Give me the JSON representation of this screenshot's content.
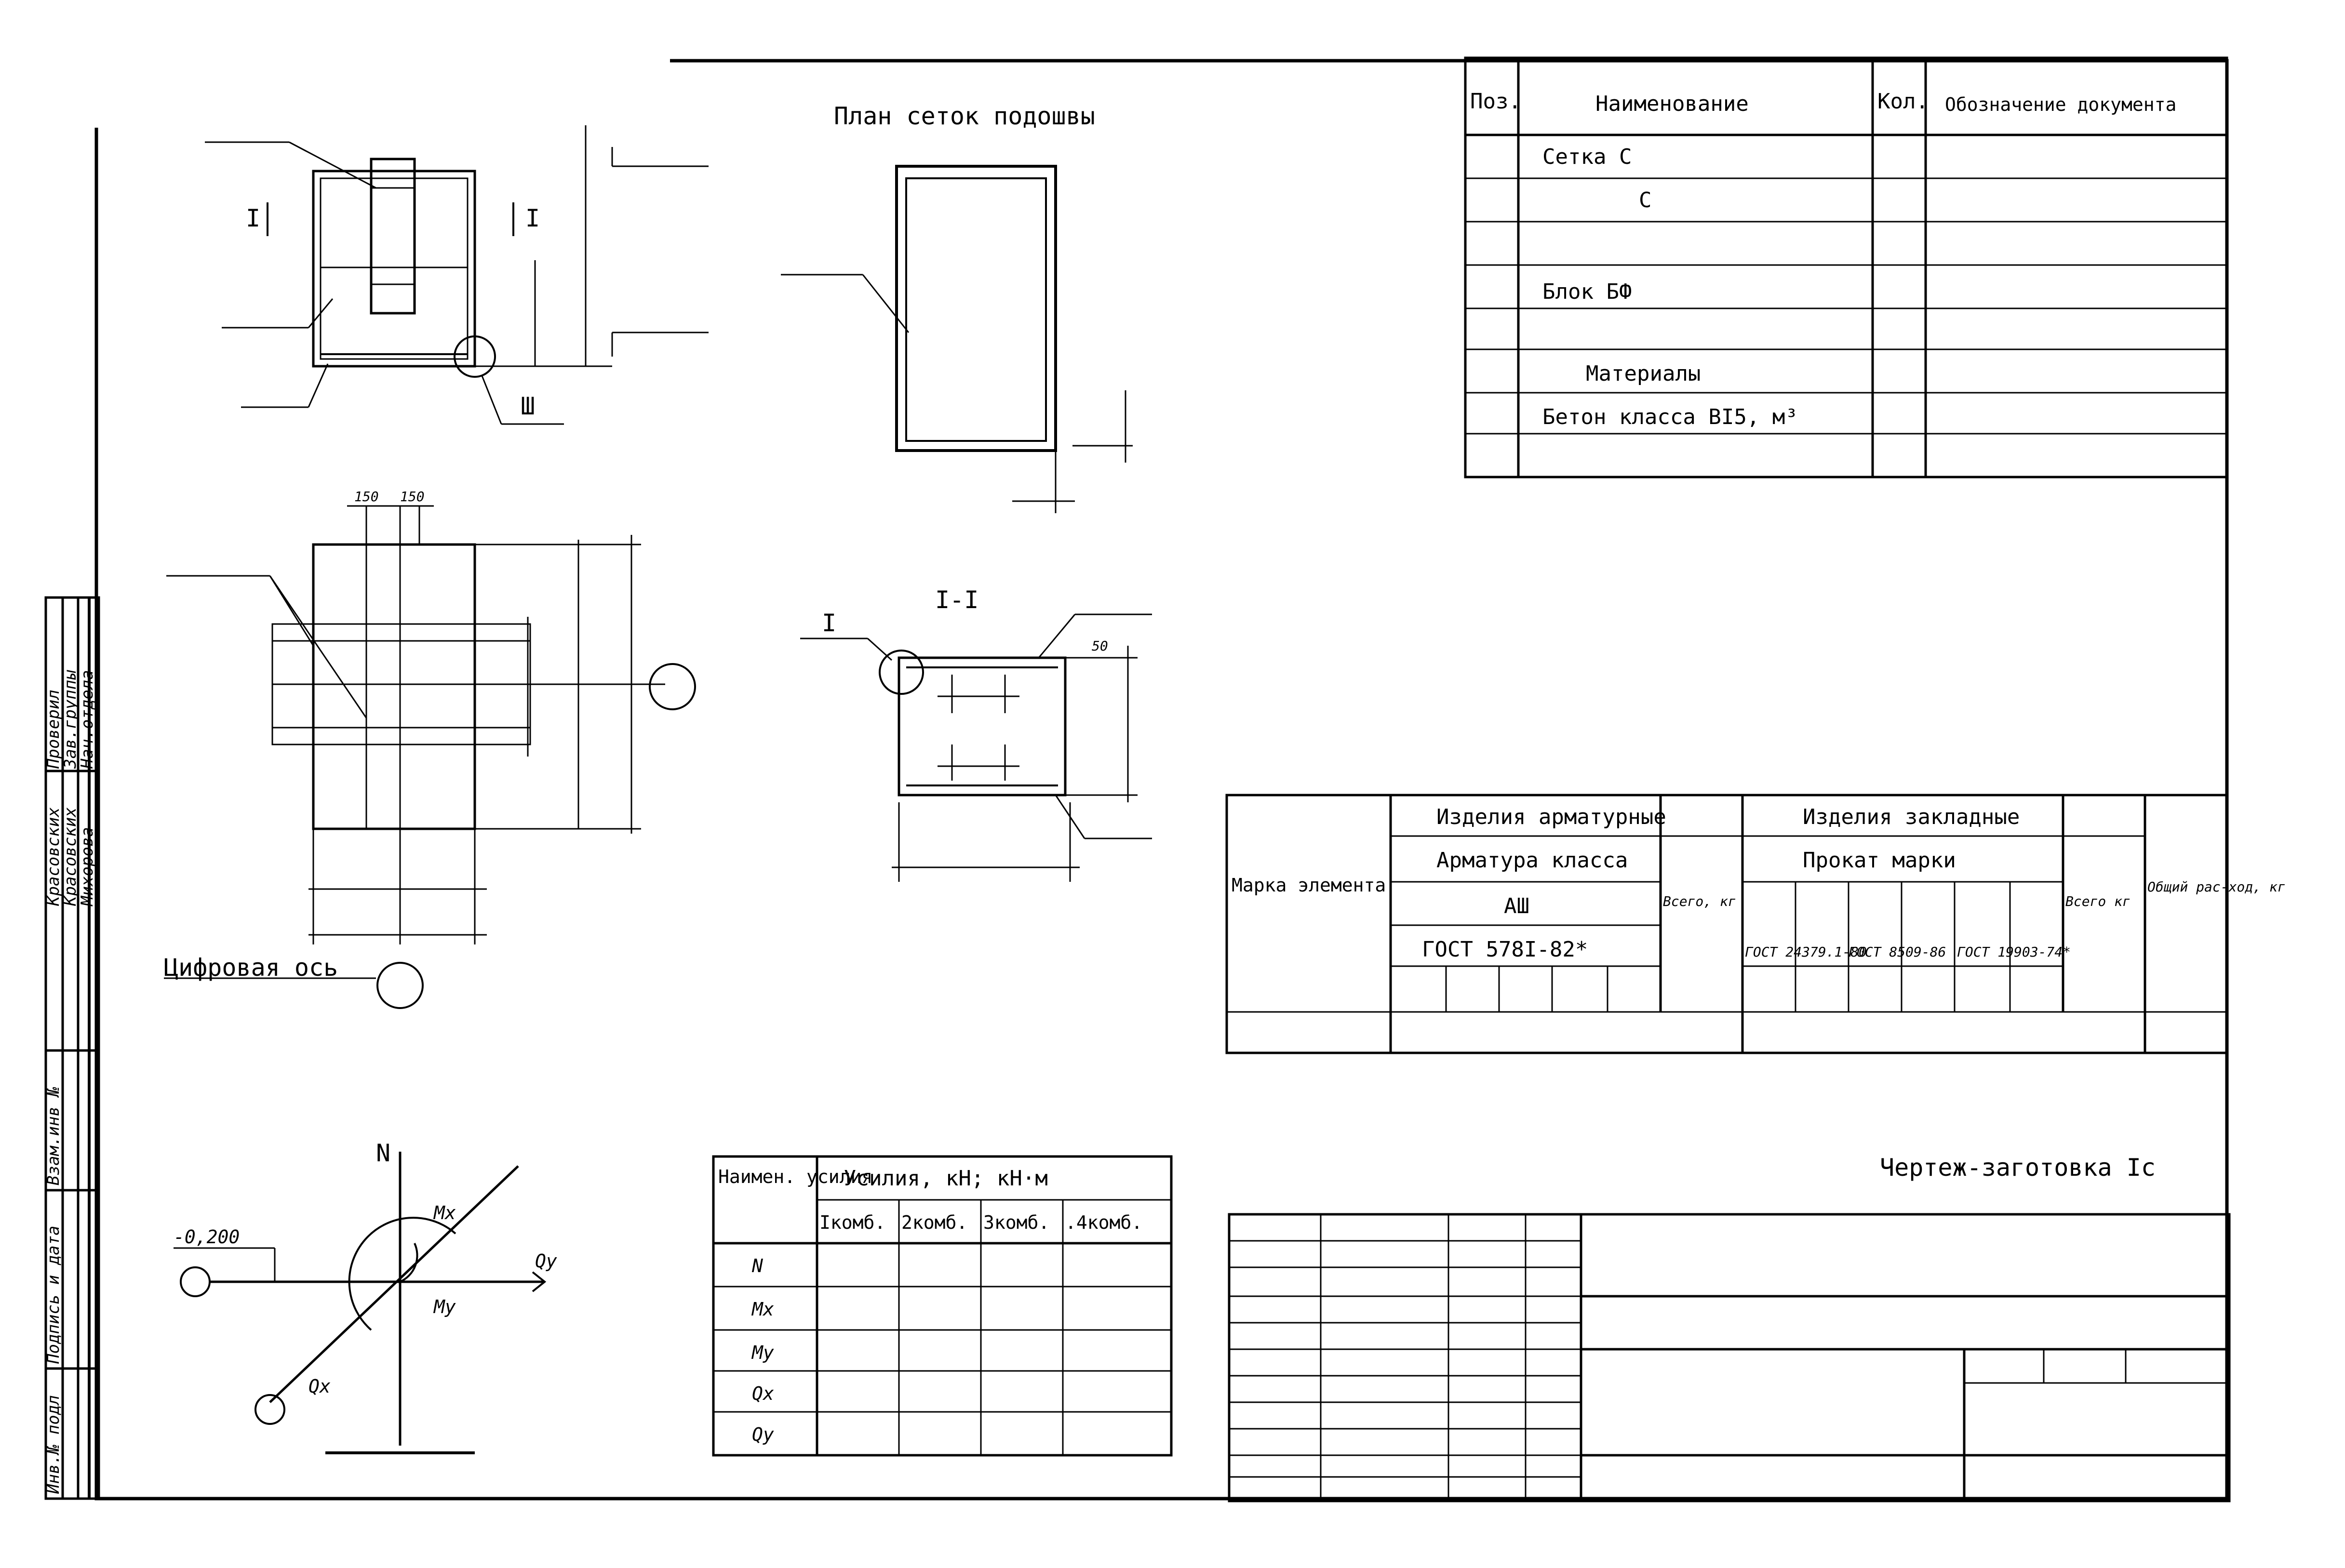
{
  "drawing_title": "Чертеж-заготовка Iс",
  "plan_title": "План сеток подошвы",
  "section_title": "I-I",
  "axis_caption": "Цифровая ось",
  "elevation_label": "-0,200",
  "marks": {
    "section_left": "I",
    "section_right": "I",
    "node3": "Ш",
    "section_detail": "I",
    "dim_150a": "150",
    "dim_150b": "150",
    "dim_50": "50"
  },
  "force_labels": {
    "N": "N",
    "Mx": "Mx",
    "My": "My",
    "Qx": "Qx",
    "Qy": "Qy"
  },
  "spec_table": {
    "headers": {
      "pos": "Поз.",
      "name": "Наименование",
      "qty": "Кол.",
      "doc": "Обозначение документа"
    },
    "rows": [
      "Сетка  С",
      "С",
      "",
      "Блок  БФ",
      "",
      "Материалы",
      "Бетон класса BI5, м³",
      ""
    ]
  },
  "steel_table": {
    "element_mark": "Марка элемента",
    "rebar_products": "Изделия арматурные",
    "embedded_products": "Изделия закладные",
    "rebar_class": "Арматура класса",
    "rolled_grade": "Прокат марки",
    "class_a3": "AШ",
    "gost_rebar": "ГОСТ 578I-82*",
    "total_rebar": "Всего, кг",
    "total_embedded": "Всего кг",
    "overall": "Общий рас-ход, кг",
    "gost_1": "ГОСТ 24379.1-80",
    "gost_2": "ГОСТ 8509-86",
    "gost_3": "ГОСТ 19903-74*"
  },
  "force_table": {
    "col_name": "Наимен. усилия",
    "forces_header": "Усилия, кН;  кН·м",
    "combos": [
      "Iкомб.",
      "2комб.",
      "3комб.",
      ".4комб."
    ],
    "rows": [
      "N",
      "Mx",
      "My",
      "Qx",
      "Qy"
    ]
  },
  "side_stamp": {
    "roles": [
      "Проверил",
      "Зав.группы",
      "Нач.отдела"
    ],
    "names": [
      "Красовских",
      "Красовских",
      "Михорова"
    ],
    "labels": [
      "Взам.инв №",
      "Подпись и дата",
      "Инв.№ подл"
    ]
  }
}
